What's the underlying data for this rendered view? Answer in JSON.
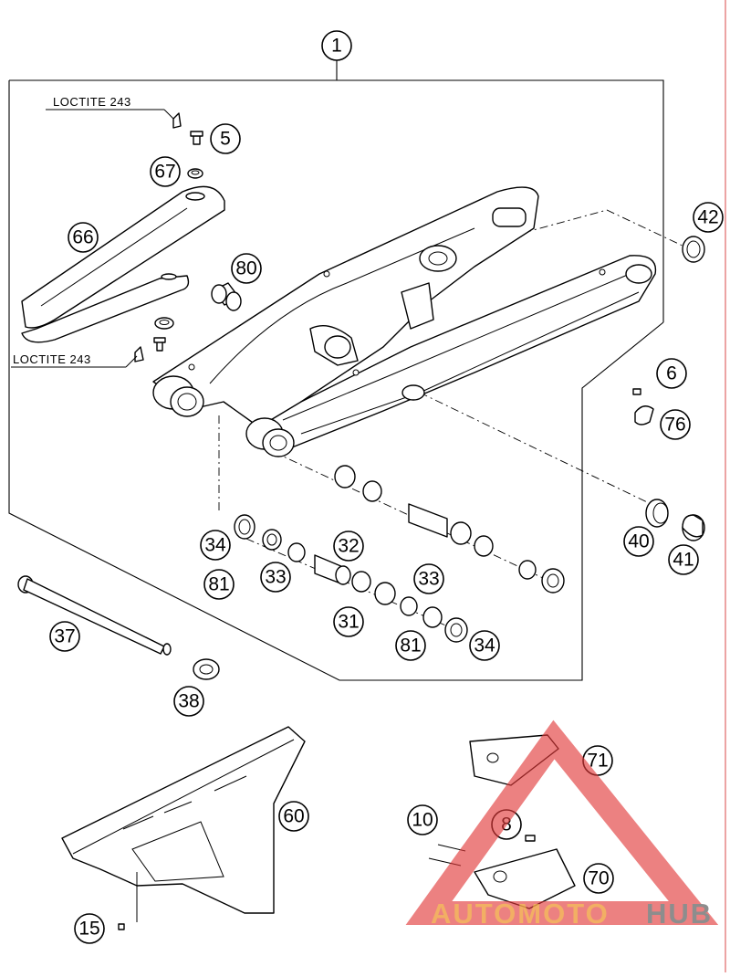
{
  "diagram": {
    "assembly_number": "1",
    "notes": [
      {
        "id": "note-loctite-top",
        "text": "LOCTITE 243"
      },
      {
        "id": "note-loctite-bottom",
        "text": "LOCTITE 243"
      }
    ],
    "callouts": [
      {
        "id": "5",
        "label": "5"
      },
      {
        "id": "67",
        "label": "67"
      },
      {
        "id": "66",
        "label": "66"
      },
      {
        "id": "80",
        "label": "80"
      },
      {
        "id": "42",
        "label": "42"
      },
      {
        "id": "6",
        "label": "6"
      },
      {
        "id": "76",
        "label": "76"
      },
      {
        "id": "40",
        "label": "40"
      },
      {
        "id": "41",
        "label": "41"
      },
      {
        "id": "34a",
        "label": "34"
      },
      {
        "id": "81a",
        "label": "81"
      },
      {
        "id": "33a",
        "label": "33"
      },
      {
        "id": "32",
        "label": "32"
      },
      {
        "id": "33b",
        "label": "33"
      },
      {
        "id": "31",
        "label": "31"
      },
      {
        "id": "81b",
        "label": "81"
      },
      {
        "id": "34b",
        "label": "34"
      },
      {
        "id": "37",
        "label": "37"
      },
      {
        "id": "38",
        "label": "38"
      },
      {
        "id": "60",
        "label": "60"
      },
      {
        "id": "10",
        "label": "10"
      },
      {
        "id": "8",
        "label": "8"
      },
      {
        "id": "71",
        "label": "71"
      },
      {
        "id": "70",
        "label": "70"
      },
      {
        "id": "15",
        "label": "15"
      }
    ]
  },
  "watermark": {
    "text_part1": "AUTOMOTO",
    "text_part2": "HUB",
    "color_primary": "#f0a24a",
    "color_secondary": "#7a7a7a",
    "triangle_color": "#e23a3a"
  },
  "colors": {
    "line": "#000000",
    "border_right": "#d84a4a"
  }
}
